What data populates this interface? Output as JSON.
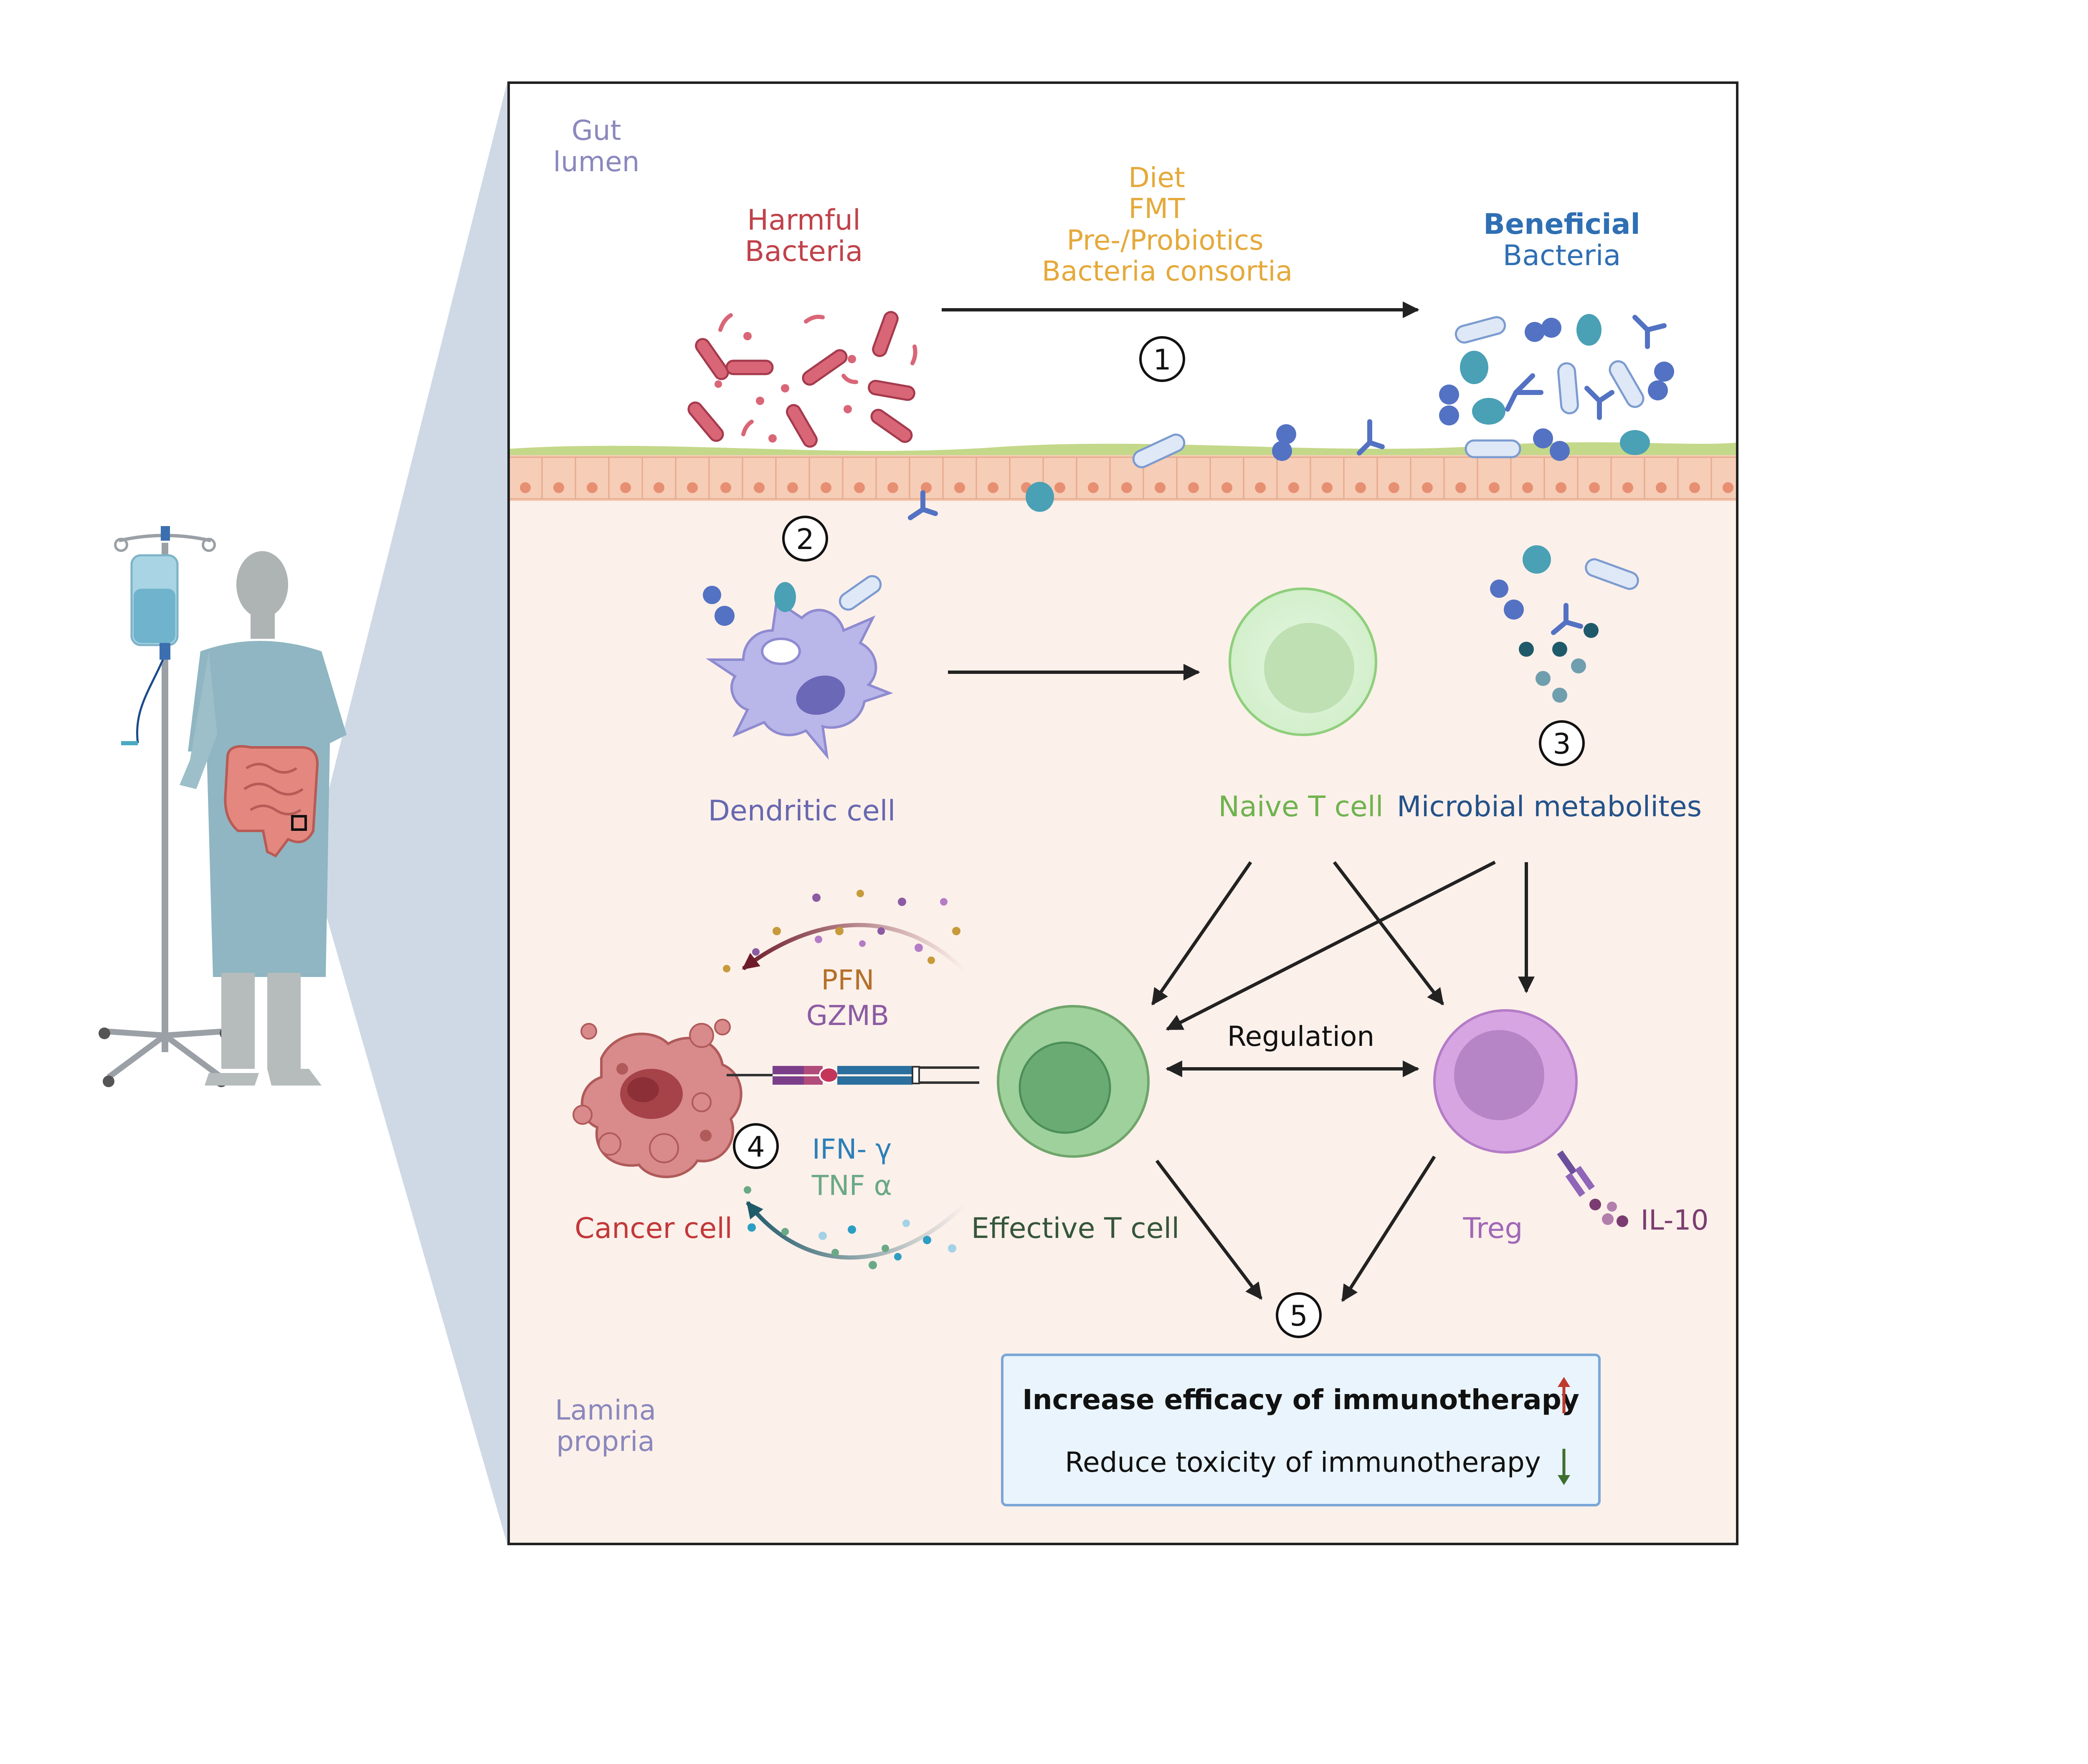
{
  "colors": {
    "harmful": "#c0424a",
    "beneficial_title": "#2f6fb3",
    "intervention": "#e5a93b",
    "dendritic": "#6767b0",
    "naive": "#6fb34f",
    "metabolites": "#24528a",
    "effective": "#35563a",
    "treg": "#a068b8",
    "cancer": "#c2383a",
    "pfn": "#b5702a",
    "gzmb": "#8b5ba3",
    "ifn": "#2c7fb8",
    "tnf": "#6aa985",
    "il10": "#7a3c70",
    "lamina_bg": "#fcf0ea",
    "lumen_bg": "#ffffff",
    "outcome_box_bg": "#e9f4fc",
    "outcome_box_border": "#7aa7d6"
  },
  "regions": {
    "gut_lumen": [
      "Gut",
      "lumen"
    ],
    "lamina_propria": [
      "Lamina",
      "propria"
    ]
  },
  "bacteria": {
    "harmful": [
      "Harmful",
      "Bacteria"
    ],
    "beneficial": [
      "Beneficial",
      "Bacteria"
    ]
  },
  "interventions": [
    "Diet",
    "FMT",
    "Pre-/Probiotics",
    "Bacteria consortia"
  ],
  "steps": [
    "1",
    "2",
    "3",
    "4",
    "5"
  ],
  "cells": {
    "dendritic": "Dendritic cell",
    "naive": "Naive T cell",
    "metabolites": "Microbial metabolites",
    "effective": "Effective T cell",
    "treg": "Treg",
    "cancer": "Cancer cell"
  },
  "cytokines": {
    "pfn": "PFN",
    "gzmb": "GZMB",
    "ifn": "IFN- γ",
    "tnf": "TNF α",
    "il10": "IL-10"
  },
  "regulation": "Regulation",
  "outcome": {
    "increase": "Increase efficacy of immunotherapy",
    "reduce": "Reduce toxicity of immunotherapy",
    "up_icon": "up-arrow-icon",
    "down_icon": "down-arrow-icon"
  }
}
